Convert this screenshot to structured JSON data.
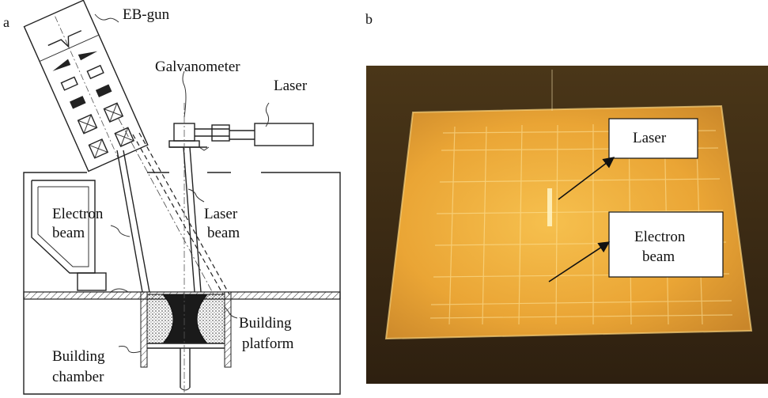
{
  "panels": {
    "a": "a",
    "b": "b"
  },
  "schematic_labels": {
    "eb_gun": "EB-gun",
    "galvanometer": "Galvanometer",
    "laser": "Laser",
    "electron_beam_1": "Electron",
    "electron_beam_2": "beam",
    "laser_beam_1": "Laser",
    "laser_beam_2": "beam",
    "building_platform_1": "Building",
    "building_platform_2": "platform",
    "building_chamber_1": "Building",
    "building_chamber_2": "chamber"
  },
  "photo_labels": {
    "laser": "Laser",
    "electron_beam_1": "Electron",
    "electron_beam_2": "beam"
  },
  "colors": {
    "photo_background": "#3a2a14",
    "plate_glow": "#f2b23a",
    "scan_lines": "#ffe9a0"
  }
}
